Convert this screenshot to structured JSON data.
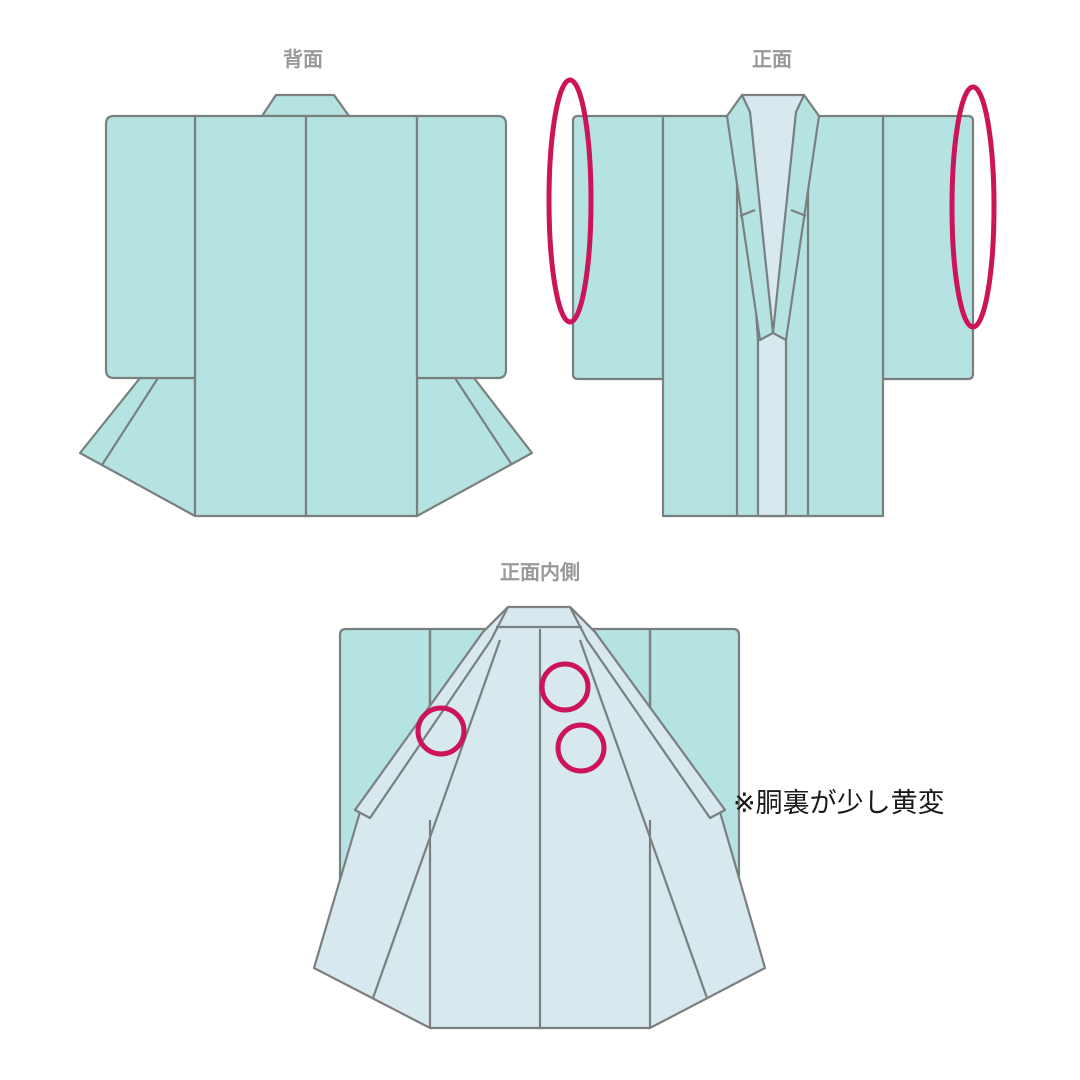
{
  "views": {
    "back": {
      "label": "背面"
    },
    "front": {
      "label": "正面"
    },
    "inside": {
      "label": "正面内側"
    }
  },
  "note": {
    "text": "※胴裏が少し黄変"
  },
  "colors": {
    "outer_fabric": "#b5e3e1",
    "lining": "#d7e8ee",
    "outline": "#7a7f80",
    "defect_marker": "#cc1458",
    "label": "#999999"
  },
  "markers": {
    "front_sleeves": "ellipse",
    "inside_lining": "circle"
  }
}
